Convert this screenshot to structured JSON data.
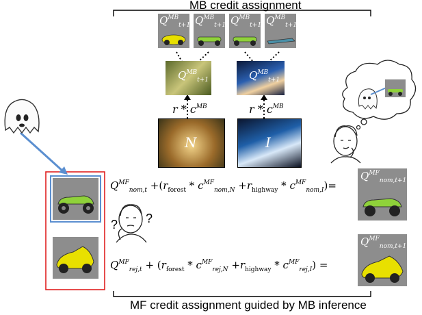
{
  "mb_title": "MB credit assignment",
  "mf_title": "MF credit assignment guided by MB inference",
  "q_mb_next": "Q",
  "q_mb_sup": "MB",
  "q_mb_sub": "t+1",
  "context_forest_letter": "N",
  "context_highway_letter": "I",
  "r_label": "r",
  "star": "*",
  "c_label": "c",
  "c_sup": "MB",
  "eq_nom": {
    "q": "Q",
    "q_sup": "MF",
    "q_sub": "nom,t",
    "plus": "+(",
    "r_forest": "r",
    "r_forest_sub": "forest",
    "star1": "*",
    "c1": "c",
    "c1_sup": "MF",
    "c1_sub": "nom,N",
    "plus2": "+",
    "r_highway": "r",
    "r_highway_sub": "highway",
    "star2": "*",
    "c2": "c",
    "c2_sup": "MF",
    "c2_sub": "nom,I",
    "end": ")="
  },
  "eq_rej": {
    "q": "Q",
    "q_sup": "MF",
    "q_sub": "rej,t",
    "plus": "+ (",
    "r_forest": "r",
    "r_forest_sub": "forest",
    "star1": "*",
    "c1": "c",
    "c1_sup": "MF",
    "c1_sub": "rej,N",
    "plus2": "+",
    "r_highway": "r",
    "r_highway_sub": "highway",
    "star2": "*",
    "c2": "c",
    "c2_sup": "MF",
    "c2_sub": "rej,I",
    "end": ") ="
  },
  "result_nom": {
    "q": "Q",
    "sup": "MF",
    "sub": "nom,t+1"
  },
  "result_rej": {
    "q": "Q",
    "sup": "MF",
    "sub": "nom,t+1"
  },
  "question_marks": [
    "?",
    "?"
  ],
  "colors": {
    "accent_blue": "#5b8fd0",
    "red_box": "#e02020",
    "tile_gray": "#8d8d8d",
    "car_green": "#8fd23a",
    "car_yellow": "#e8e000"
  }
}
